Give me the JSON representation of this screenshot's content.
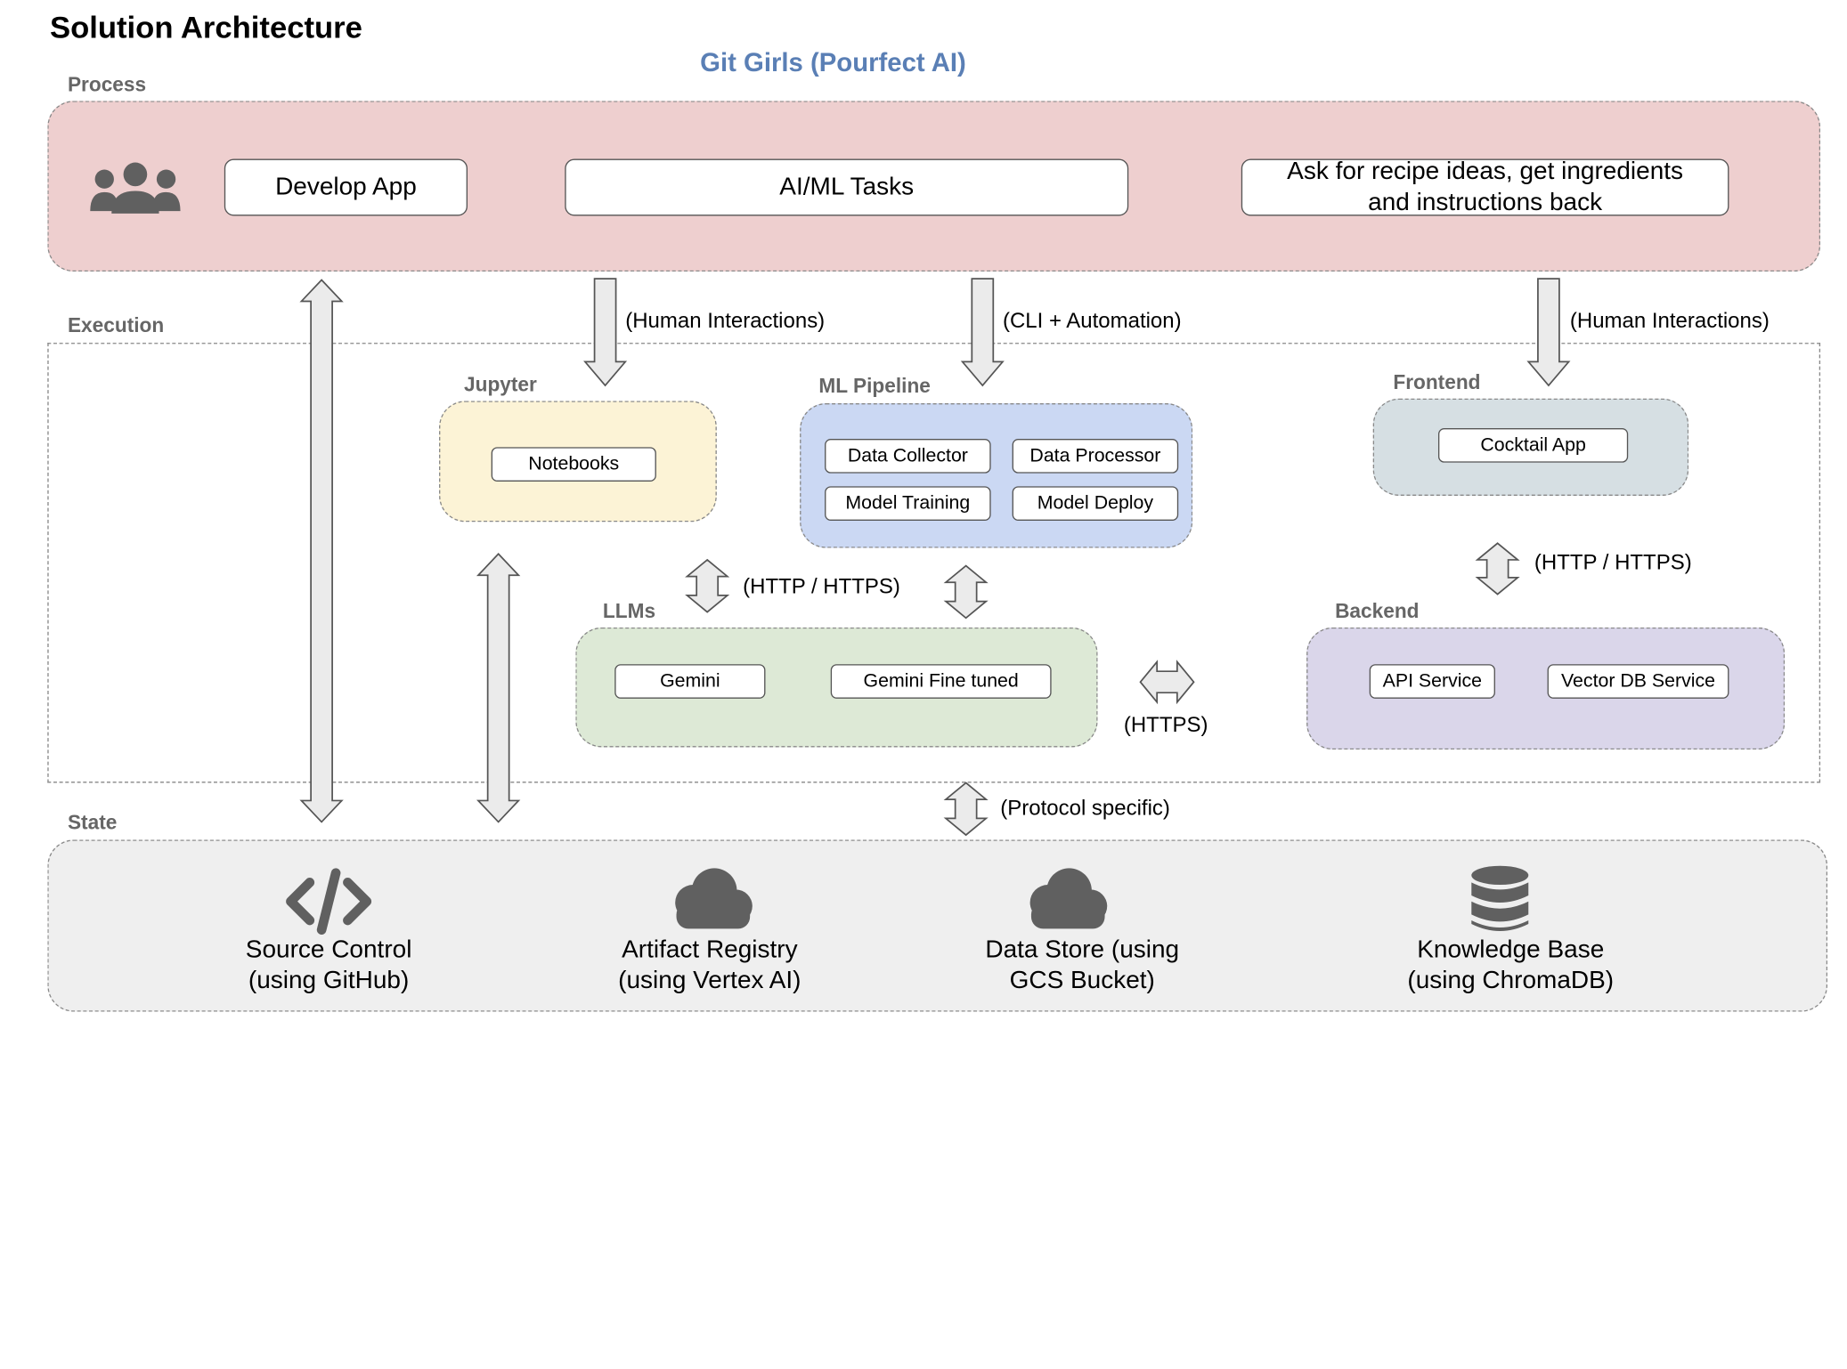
{
  "title": "Solution Architecture",
  "subtitle": "Git Girls (Pourfect AI)",
  "lanes": {
    "process": "Process",
    "execution": "Execution",
    "state": "State"
  },
  "process": {
    "develop_app": "Develop App",
    "aiml_tasks": "AI/ML Tasks",
    "recipe_ideas_line1": "Ask for recipe ideas, get ingredients",
    "recipe_ideas_line2": "and instructions back"
  },
  "groups": {
    "jupyter": {
      "label": "Jupyter",
      "items": [
        "Notebooks"
      ]
    },
    "ml_pipeline": {
      "label": "ML Pipeline",
      "items": [
        "Data Collector",
        "Data Processor",
        "Model Training",
        "Model Deploy"
      ]
    },
    "frontend": {
      "label": "Frontend",
      "items": [
        "Cocktail App"
      ]
    },
    "llms": {
      "label": "LLMs",
      "items": [
        "Gemini",
        "Gemini Fine tuned"
      ]
    },
    "backend": {
      "label": "Backend",
      "items": [
        "API Service",
        "Vector DB Service"
      ]
    }
  },
  "connections": {
    "human_interactions_left": "(Human Interactions)",
    "cli_automation": "(CLI + Automation)",
    "human_interactions_right": "(Human Interactions)",
    "http_https_llms": "(HTTP / HTTPS)",
    "http_https_backend": "(HTTP / HTTPS)",
    "https": "(HTTPS)",
    "protocol_specific": "(Protocol specific)"
  },
  "state": {
    "source_control": {
      "line1": "Source Control",
      "line2": "(using GitHub)",
      "icon": "code-icon"
    },
    "artifact_registry": {
      "line1": "Artifact Registry",
      "line2": "(using Vertex AI)",
      "icon": "cloud-icon"
    },
    "data_store": {
      "line1": "Data Store (using",
      "line2": "GCS Bucket)",
      "icon": "cloud-icon"
    },
    "knowledge_base": {
      "line1": "Knowledge Base",
      "line2": "(using ChromaDB)",
      "icon": "database-icon"
    }
  },
  "colors": {
    "process_bg": "#eecfcf",
    "jupyter_bg": "#fcf3d6",
    "ml_pipeline_bg": "#cbd8f3",
    "frontend_bg": "#d6dfe3",
    "llms_bg": "#dde9d6",
    "backend_bg": "#dad6ea",
    "state_bg": "#efefef",
    "subtitle": "#5a7fb5",
    "icon": "#606060"
  }
}
